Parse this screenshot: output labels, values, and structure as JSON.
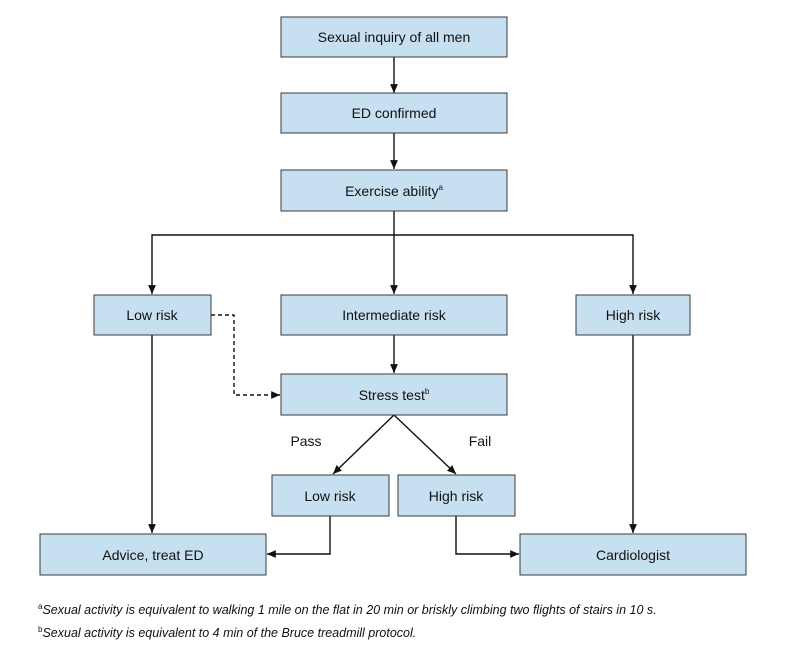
{
  "colors": {
    "box_fill": "#c6dff1",
    "box_stroke": "#3a3a3a",
    "line": "#111111"
  },
  "nodes": {
    "inquiry": {
      "text": "Sexual inquiry of all men",
      "sup": ""
    },
    "confirmed": {
      "text": "ED confirmed",
      "sup": ""
    },
    "exercise": {
      "text": "Exercise ability",
      "sup": "a"
    },
    "low_risk": {
      "text": "Low risk",
      "sup": ""
    },
    "intermediate_risk": {
      "text": "Intermediate risk",
      "sup": ""
    },
    "high_risk": {
      "text": "High risk",
      "sup": ""
    },
    "stress_test": {
      "text": "Stress test",
      "sup": "b"
    },
    "low_risk_2": {
      "text": "Low risk",
      "sup": ""
    },
    "high_risk_2": {
      "text": "High risk",
      "sup": ""
    },
    "advice": {
      "text": "Advice, treat ED",
      "sup": ""
    },
    "cardiologist": {
      "text": "Cardiologist",
      "sup": ""
    }
  },
  "edge_labels": {
    "pass": "Pass",
    "fail": "Fail"
  },
  "edges": [
    {
      "from": "inquiry",
      "to": "confirmed",
      "style": "solid"
    },
    {
      "from": "confirmed",
      "to": "exercise",
      "style": "solid"
    },
    {
      "from": "exercise",
      "to": "low_risk",
      "style": "solid"
    },
    {
      "from": "exercise",
      "to": "intermediate_risk",
      "style": "solid"
    },
    {
      "from": "exercise",
      "to": "high_risk",
      "style": "solid"
    },
    {
      "from": "low_risk",
      "to": "stress_test",
      "style": "dashed"
    },
    {
      "from": "intermediate_risk",
      "to": "stress_test",
      "style": "solid"
    },
    {
      "from": "stress_test",
      "to": "low_risk_2",
      "style": "solid",
      "label": "Pass"
    },
    {
      "from": "stress_test",
      "to": "high_risk_2",
      "style": "solid",
      "label": "Fail"
    },
    {
      "from": "low_risk",
      "to": "advice",
      "style": "solid"
    },
    {
      "from": "low_risk_2",
      "to": "advice",
      "style": "solid"
    },
    {
      "from": "high_risk",
      "to": "cardiologist",
      "style": "solid"
    },
    {
      "from": "high_risk_2",
      "to": "cardiologist",
      "style": "solid"
    }
  ],
  "footnotes": {
    "a": {
      "mark": "a",
      "text": "Sexual activity is equivalent to walking 1 mile on the flat in 20 min or briskly climbing two flights of stairs in 10 s."
    },
    "b": {
      "mark": "b",
      "text": "Sexual activity is equivalent to 4 min of the Bruce treadmill protocol."
    }
  }
}
